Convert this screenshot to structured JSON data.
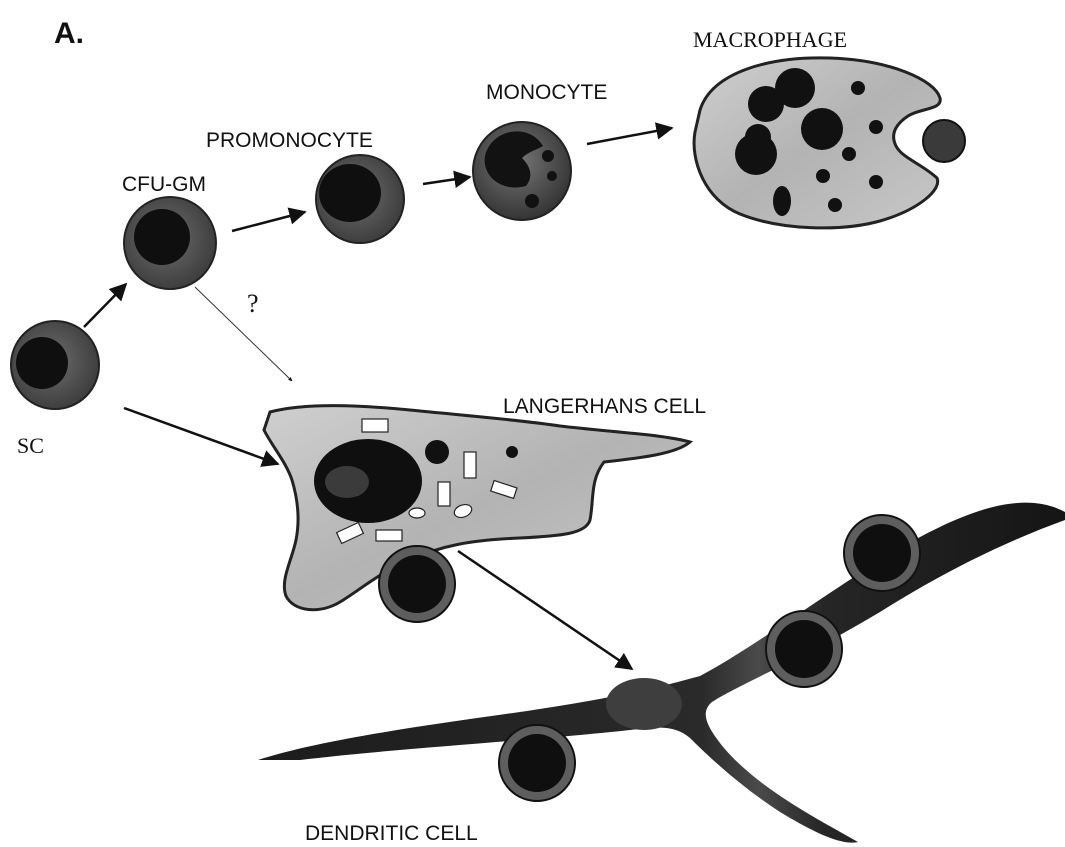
{
  "figure": {
    "panel_label": "A.",
    "labels": {
      "sc": "SC",
      "cfu_gm": "CFU-GM",
      "promonocyte": "PROMONOCYTE",
      "monocyte": "MONOCYTE",
      "macrophage": "MACROPHAGE",
      "langerhans_cell": "LANGERHANS CELL",
      "dendritic_cell": "DENDRITIC CELL",
      "uncertain_path": "?"
    }
  },
  "colors": {
    "ink": "#111111",
    "cytoplasm_dark": "#5a5a5a",
    "cytoplasm_light": "#bdbdbd",
    "membrane": "#222222"
  }
}
